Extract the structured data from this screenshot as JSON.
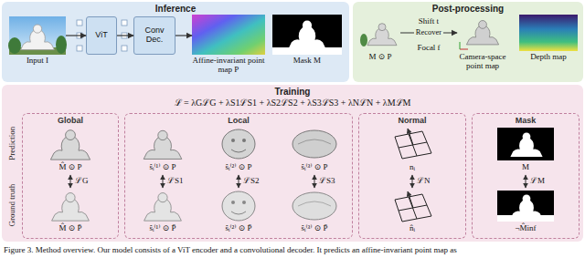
{
  "diagram": {
    "caption": "Figure 3. Method overview. Our model consists of a ViT encoder and a convolutional decoder. It predicts an affine-invariant point map as",
    "nodes": [
      {
        "text": [
          "Inference"
        ]
      },
      {
        "text": [
          "Input I"
        ],
        "in": 0
      },
      {
        "text": [
          "ViT"
        ],
        "in": 0
      },
      {
        "text": [
          "Conv Dec."
        ],
        "in": 0
      },
      {
        "text": [
          "Affine-invariant point map P"
        ],
        "in": 0
      },
      {
        "text": [
          "Mask M"
        ],
        "in": 0
      },
      {
        "text": [
          "Post-processing"
        ]
      },
      {
        "text": [
          "M ⊙ P"
        ],
        "in": 6
      },
      {
        "text": [
          "Camera-space point map"
        ],
        "in": 6
      },
      {
        "text": [
          "Depth map"
        ],
        "in": 6
      },
      {
        "text": [
          "Training"
        ]
      },
      {
        "text": [
          "Global"
        ],
        "in": 10
      },
      {
        "text": [
          "Local"
        ],
        "in": 10
      },
      {
        "text": [
          "Normal"
        ],
        "in": 10
      },
      {
        "text": [
          "Mask"
        ],
        "in": 10
      }
    ],
    "edges": [
      {
        "from": 1,
        "to": 2,
        "arrow": "to"
      },
      {
        "from": 2,
        "to": 3,
        "arrow": "to"
      },
      {
        "from": 3,
        "to": 4,
        "arrow": "to"
      },
      {
        "from": 7,
        "to": 8,
        "arrow": "to",
        "label": "Recover"
      }
    ],
    "labels": [
      "Shift t",
      "Focal f",
      "ℒ = λGℒG + λS1ℒS1 + λS2ℒS2 + λS3ℒS3 + λNℒN + λMℒM",
      "Prediction",
      "Ground truth",
      "M̂ ⊙ P",
      "ℒG",
      "M̂ ⊙ P̄",
      "ŝᵢ⁽¹⁾ ⊙ P",
      "ℒS1",
      "ŝᵢ⁽¹⁾ ⊙ P̄",
      "ŝᵢ⁽²⁾ ⊙ P",
      "ℒS2",
      "ŝᵢ⁽²⁾ ⊙ P̄",
      "ŝᵢ⁽³⁾ ⊙ P",
      "ℒS3",
      "ŝᵢ⁽³⁾ ⊙ P̄",
      "nᵢ",
      "ℒN",
      "n̂ᵢ",
      "M",
      "ℒM",
      "¬M̂inf"
    ]
  }
}
